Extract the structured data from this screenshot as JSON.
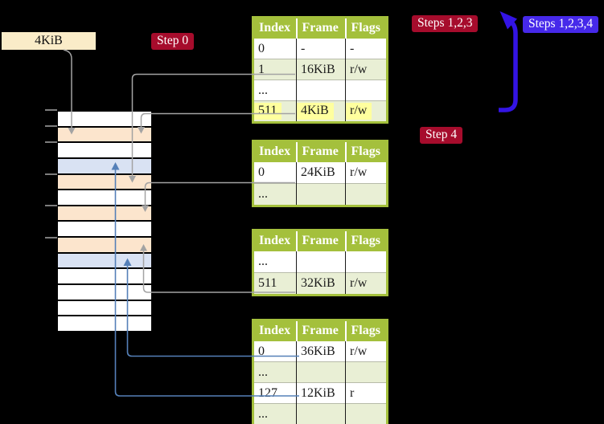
{
  "pointer_box": {
    "label": "4KiB"
  },
  "badges": {
    "step0": {
      "label": "Step 0"
    },
    "steps123": {
      "label": "Steps 1,2,3"
    },
    "steps1234": {
      "label": "Steps 1,2,3,4"
    },
    "step4": {
      "label": "Step 4"
    }
  },
  "memory_strip": {
    "rows": [
      "white",
      "peach",
      "white",
      "blue",
      "peach",
      "white",
      "peach",
      "white",
      "peach",
      "blue",
      "white",
      "white",
      "white",
      "white"
    ]
  },
  "tables": [
    {
      "name": "page-table-top",
      "headers": [
        "Index",
        "Frame",
        "Flags"
      ],
      "rows": [
        {
          "cells": [
            "0",
            "-",
            "-"
          ]
        },
        {
          "cells": [
            "1",
            "16KiB",
            "r/w"
          ]
        },
        {
          "cells": [
            "...",
            "",
            ""
          ]
        },
        {
          "cells": [
            "511",
            "4KiB",
            "r/w"
          ],
          "highlight": true
        }
      ]
    },
    {
      "name": "page-table-second",
      "headers": [
        "Index",
        "Frame",
        "Flags"
      ],
      "rows": [
        {
          "cells": [
            "0",
            "24KiB",
            "r/w"
          ]
        },
        {
          "cells": [
            "...",
            "",
            ""
          ]
        }
      ]
    },
    {
      "name": "page-table-third",
      "headers": [
        "Index",
        "Frame",
        "Flags"
      ],
      "rows": [
        {
          "cells": [
            "...",
            "",
            ""
          ]
        },
        {
          "cells": [
            "511",
            "32KiB",
            "r/w"
          ]
        }
      ]
    },
    {
      "name": "page-table-bottom",
      "headers": [
        "Index",
        "Frame",
        "Flags"
      ],
      "rows": [
        {
          "cells": [
            "0",
            "36KiB",
            "r/w"
          ]
        },
        {
          "cells": [
            "...",
            "",
            ""
          ]
        },
        {
          "cells": [
            "127",
            "12KiB",
            "r"
          ]
        },
        {
          "cells": [
            "...",
            "",
            ""
          ]
        }
      ]
    }
  ],
  "colors": {
    "table_green": "#a4c03c",
    "row_green": "#e9efd5",
    "frame_peach": "#fce5cd",
    "page_blue": "#d9e2f3",
    "highlight_yellow": "#ffff9e",
    "badge_red": "#a60c2c",
    "badge_blue": "#4629ea",
    "arrow_blue": "#3314e4",
    "connector_gray": "#a3a3a3",
    "connector_blue": "#5580b8",
    "pointer_box_bg": "#faecc8"
  }
}
